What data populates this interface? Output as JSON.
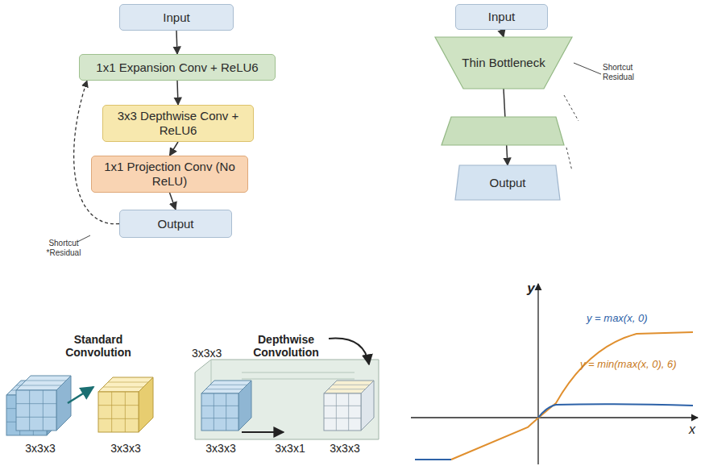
{
  "diagram": {
    "nodes": [
      {
        "text": [
          "Input"
        ]
      },
      {
        "text": [
          "1x1 Expansion Conv + ReLU6"
        ]
      },
      {
        "text": [
          "3x3 Depthwise Conv + ReLU6"
        ]
      },
      {
        "text": [
          "1x1 Projection Conv (No ReLU)"
        ]
      },
      {
        "text": [
          "Output"
        ]
      },
      {
        "text": [
          "Input"
        ]
      },
      {
        "text": [
          "Thin Bottleneck"
        ]
      },
      {
        "text": [
          "Output"
        ]
      }
    ],
    "edges": [
      {
        "from": 0,
        "to": 1,
        "arrow": "to"
      },
      {
        "from": 1,
        "to": 2,
        "arrow": "to"
      },
      {
        "from": 2,
        "to": 3,
        "arrow": "to"
      },
      {
        "from": 3,
        "to": 4,
        "arrow": "to"
      },
      {
        "from": 4,
        "to": 1,
        "arrow": "to"
      },
      {
        "from": 5,
        "to": 6,
        "arrow": "to"
      },
      {
        "from": 6,
        "to": 7,
        "arrow": "to"
      }
    ],
    "labels": [
      "Shortcut *Residual",
      "Shortcut Residual",
      "Standard Convolution",
      "3x3x3",
      "3x3x3",
      "Depthwise Convolution",
      "3x3x3",
      "3x3x3",
      "3x3x1",
      "3x3x3",
      "y",
      "x",
      "y = max(x, 0)",
      "y = min(max(x, 0), 6)"
    ]
  }
}
